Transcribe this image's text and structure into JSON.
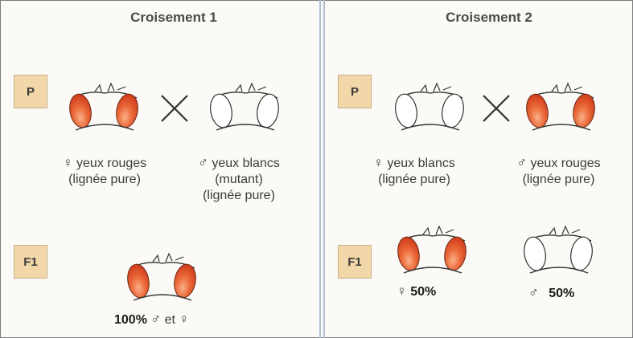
{
  "cross1": {
    "title": "Croisement 1",
    "p_label": "P",
    "f1_label": "F1",
    "female": {
      "symbol": "♀",
      "line1": "yeux rouges",
      "line2": "(lignée pure)"
    },
    "male": {
      "symbol": "♂",
      "line1": "yeux blancs",
      "line2": "(mutant)",
      "line3": "(lignée pure)"
    },
    "f1_result": {
      "percent": "100%",
      "male_symbol": "♂",
      "conj": "et",
      "female_symbol": "♀"
    }
  },
  "cross2": {
    "title": "Croisement 2",
    "p_label": "P",
    "f1_label": "F1",
    "female": {
      "symbol": "♀",
      "line1": "yeux blancs",
      "line2": "(lignée pure)"
    },
    "male": {
      "symbol": "♂",
      "line1": "yeux rouges",
      "line2": "(lignée pure)"
    },
    "f1_female": {
      "symbol": "♀",
      "percent": "50%"
    },
    "f1_male": {
      "symbol": "♂",
      "percent": "50%"
    }
  },
  "colors": {
    "red_eye": "#e3532a",
    "red_eye_light": "#f7a27a",
    "gen_box": "#f2d7a8",
    "divider": "#aebfd2"
  },
  "icons": [
    "fly-head-red-eyes",
    "fly-head-white-eyes",
    "cross-symbol"
  ]
}
